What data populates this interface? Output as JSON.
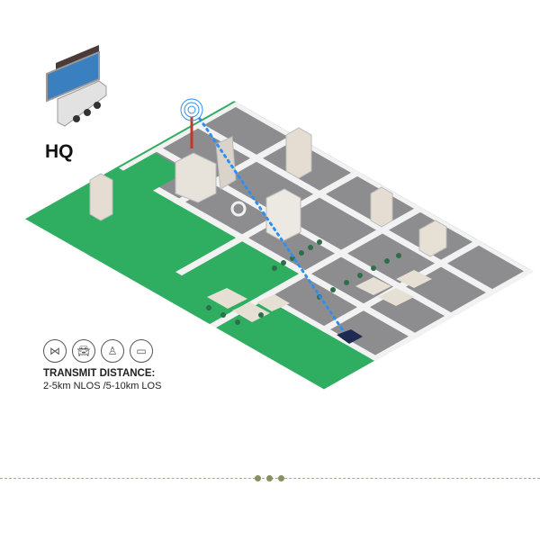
{
  "hq_label": "HQ",
  "transmit_title": "TRANSMIT DISTANCE:",
  "transmit_value": "2-5km NLOS /5-10km LOS",
  "icons": [
    "network-icon",
    "car-icon",
    "soldier-icon",
    "laptop-icon"
  ],
  "colors": {
    "green": "#2fae62",
    "road": "#f2f2f2",
    "block": "#8d8d8f",
    "signal": "#2f8ff0",
    "divider": "#8a8f60"
  }
}
